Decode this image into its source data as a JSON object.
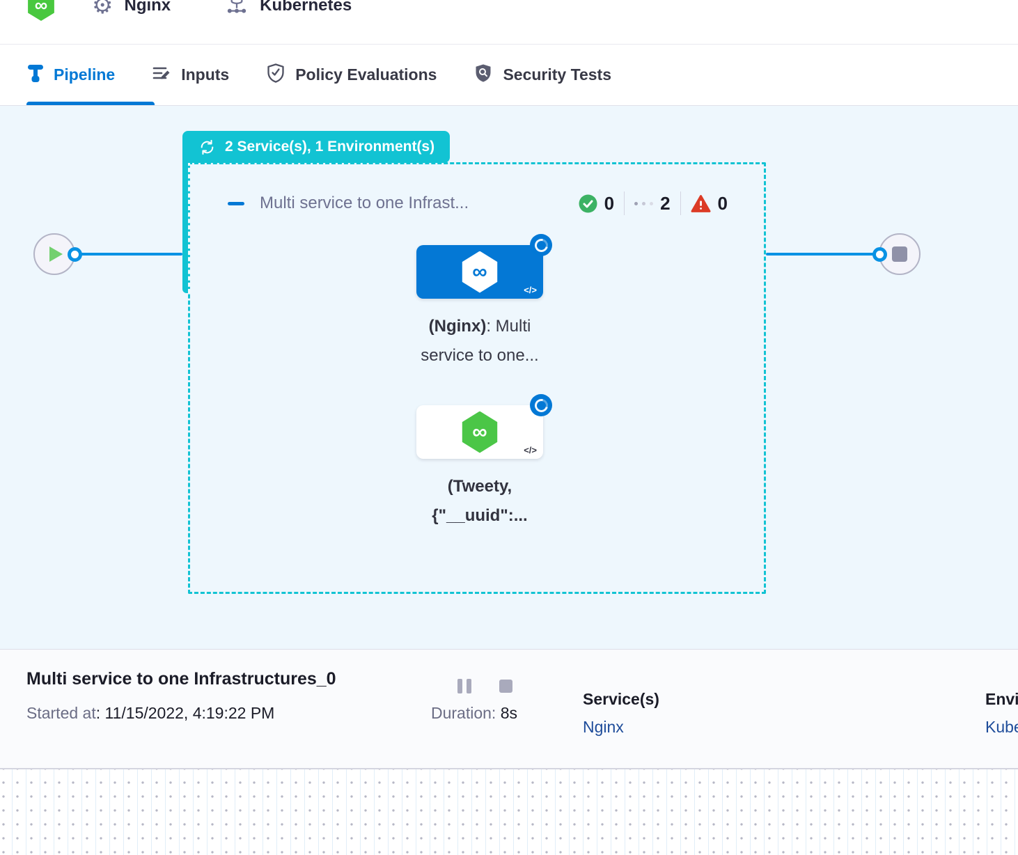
{
  "header": {
    "service_name": "Nginx",
    "environment_name": "Kubernetes"
  },
  "tabs": {
    "pipeline": "Pipeline",
    "inputs": "Inputs",
    "policy": "Policy Evaluations",
    "security": "Security Tests"
  },
  "canvas": {
    "badge_label": "2 Service(s), 1 Environment(s)",
    "group_title": "Multi service to one Infrast...",
    "status": {
      "success_count": "0",
      "running_count": "2",
      "failed_count": "0"
    },
    "logo_glyph": "∞",
    "node1": {
      "name_bold": "(Nginx)",
      "name_rest": ": Multi",
      "line2": "service to one...",
      "code_badge": "</>"
    },
    "node2": {
      "line1": "(Tweety,",
      "line2": "{\"__uuid\":...",
      "code_badge": "</>"
    }
  },
  "footer": {
    "title": "Multi service to one Infrastructures_0",
    "started_label": "Started at",
    "started_value": ": 11/15/2022, 4:19:22 PM",
    "duration_label": "Duration: ",
    "duration_value": "8s",
    "services_label": "Service(s)",
    "services_value": "Nginx",
    "environments_label": "Environment(s)",
    "environments_value": "Kubernetes"
  },
  "colors": {
    "accent_blue": "#0278d5",
    "teal": "#12c3d3",
    "success_green": "#3cb264",
    "fail_red": "#dc3b26",
    "link_navy": "#1e4c9a",
    "canvas_bg": "#eef7fd"
  }
}
